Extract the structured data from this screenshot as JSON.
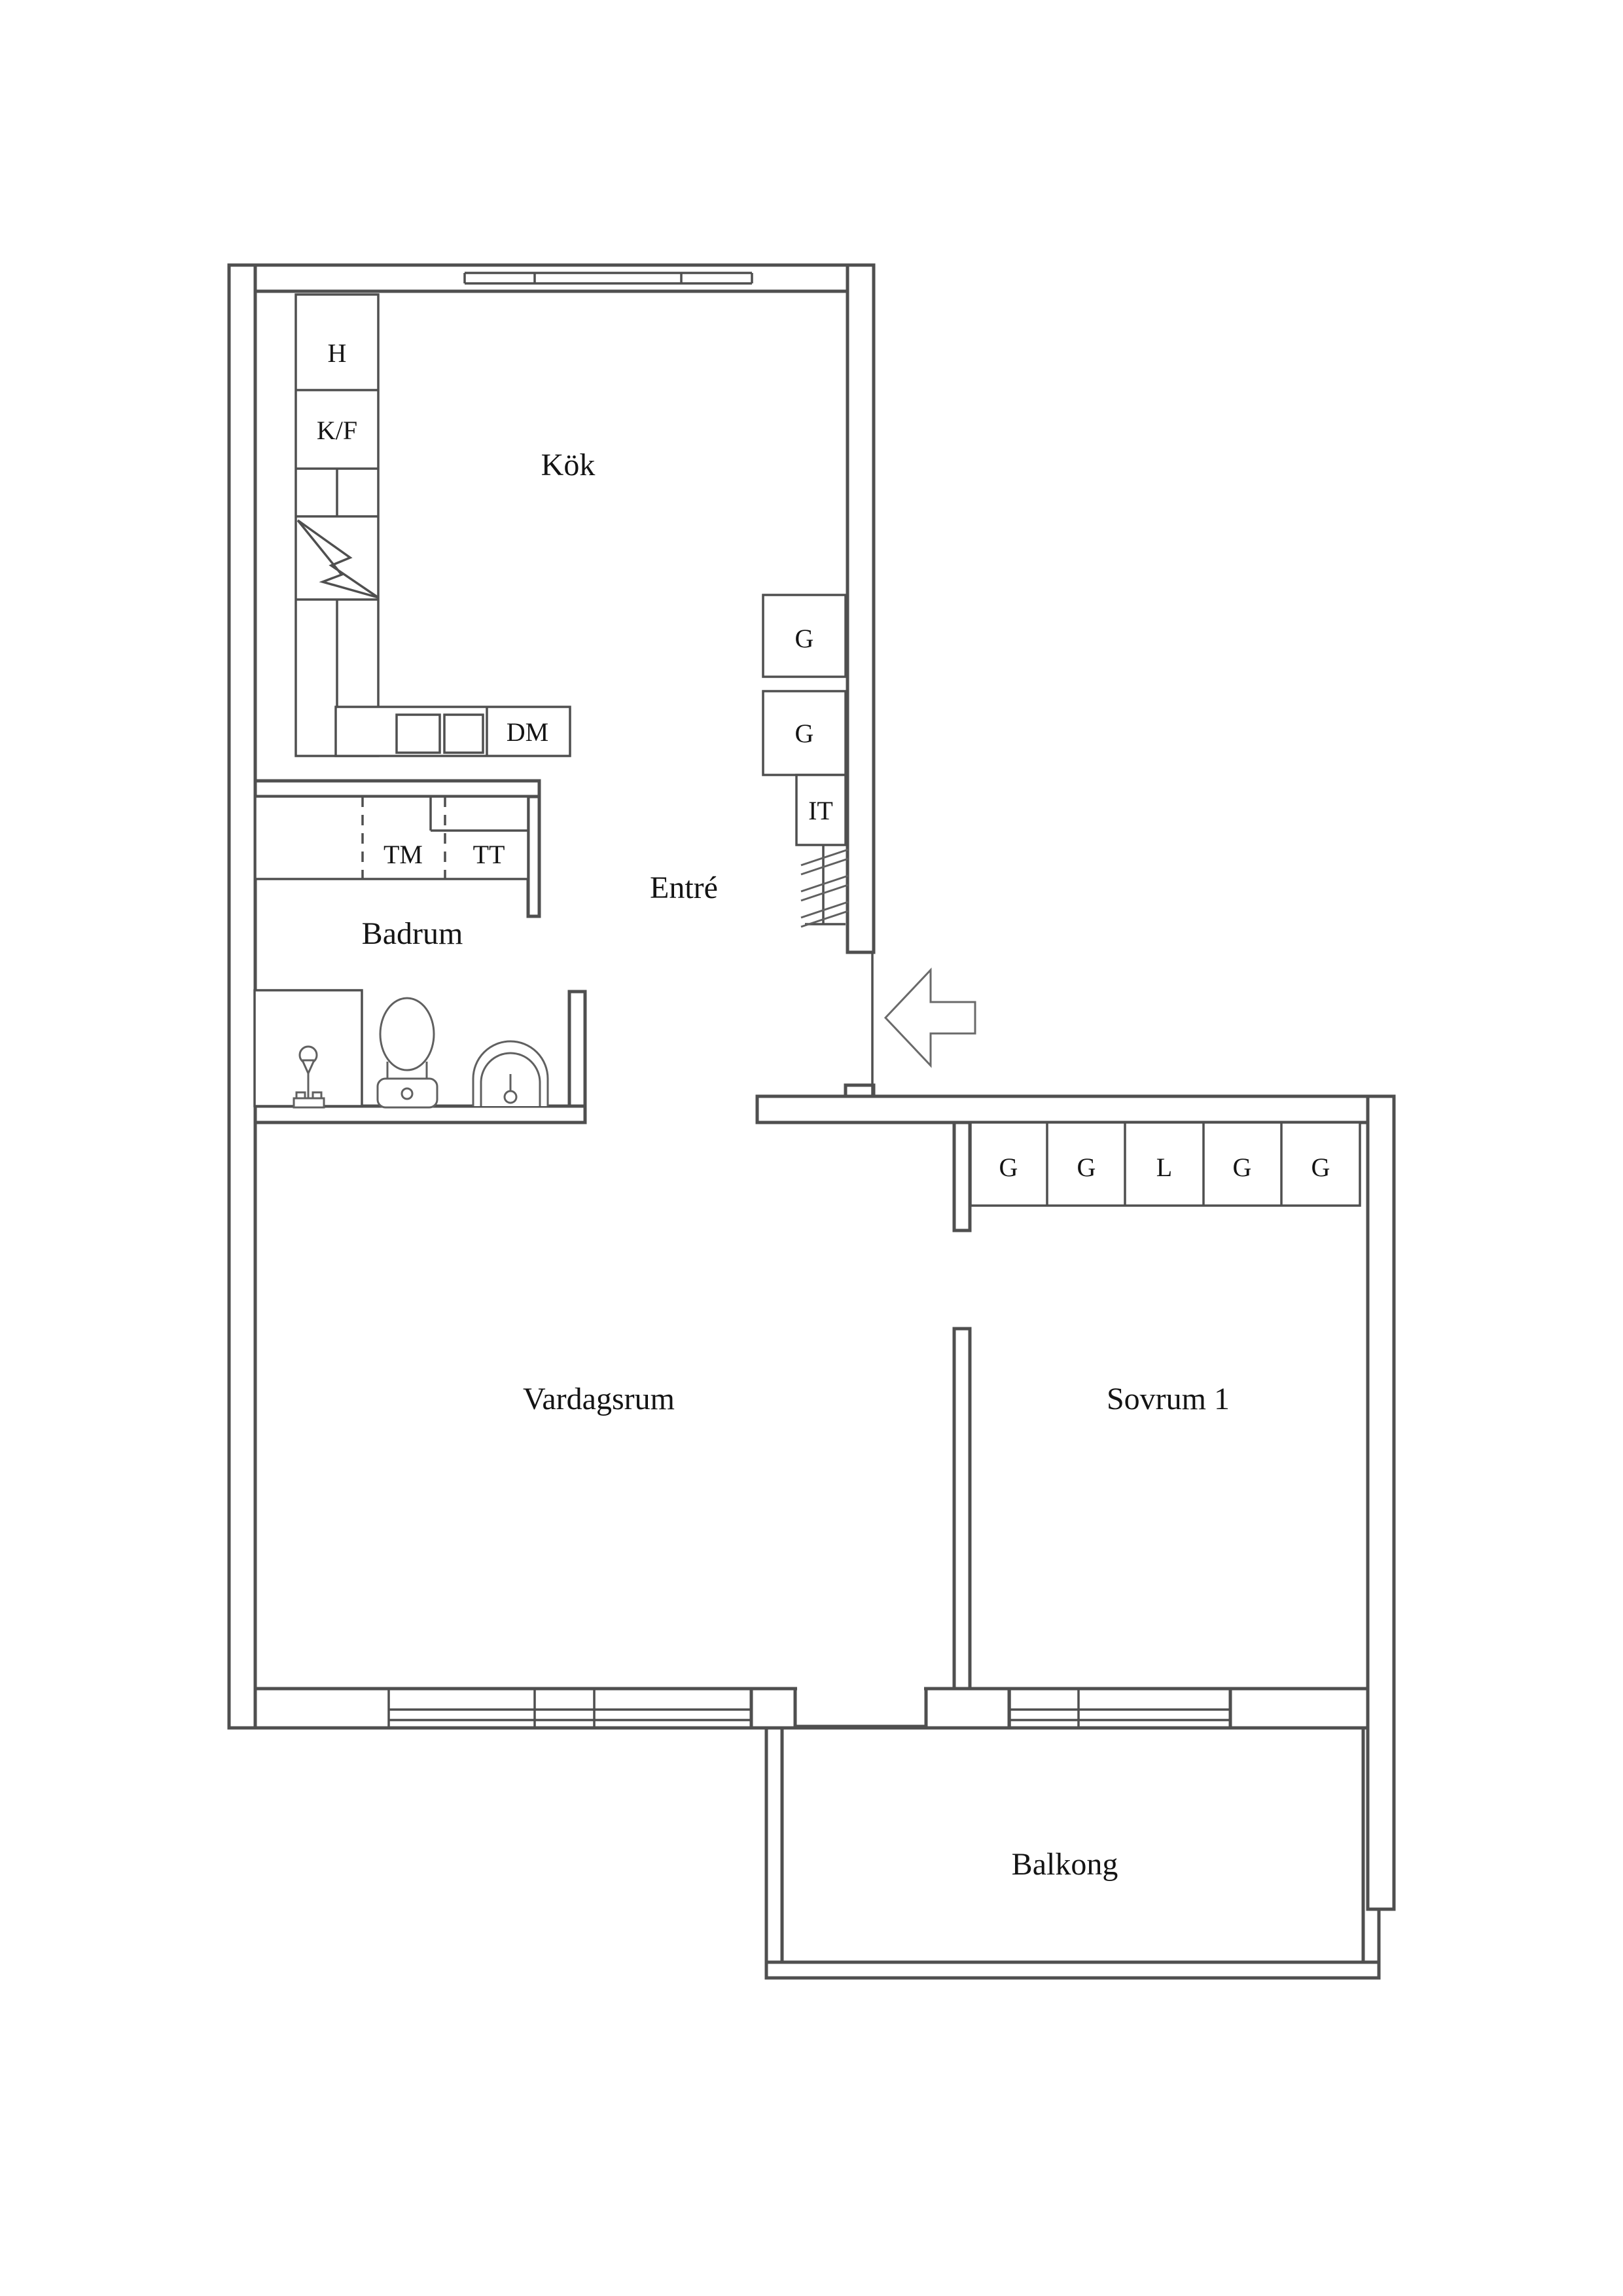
{
  "floorplan": {
    "rooms": {
      "kitchen": "Kök",
      "entry": "Entré",
      "bathroom": "Badrum",
      "living_room": "Vardagsrum",
      "bedroom": "Sovrum 1",
      "balcony": "Balkong"
    },
    "kitchen_labels": {
      "hood": "H",
      "fridge_freezer": "K/F",
      "dishwasher": "DM",
      "tall_cabinet_upper": "G",
      "tall_cabinet_lower": "G",
      "it_cabinet": "IT"
    },
    "bathroom_labels": {
      "washing_machine": "TM",
      "tumble_dryer": "TT"
    },
    "bedroom_closets": [
      "G",
      "G",
      "L",
      "G",
      "G"
    ],
    "colors": {
      "wall_line": "#4f4f4f",
      "text": "#141414",
      "background": "#ffffff"
    }
  }
}
